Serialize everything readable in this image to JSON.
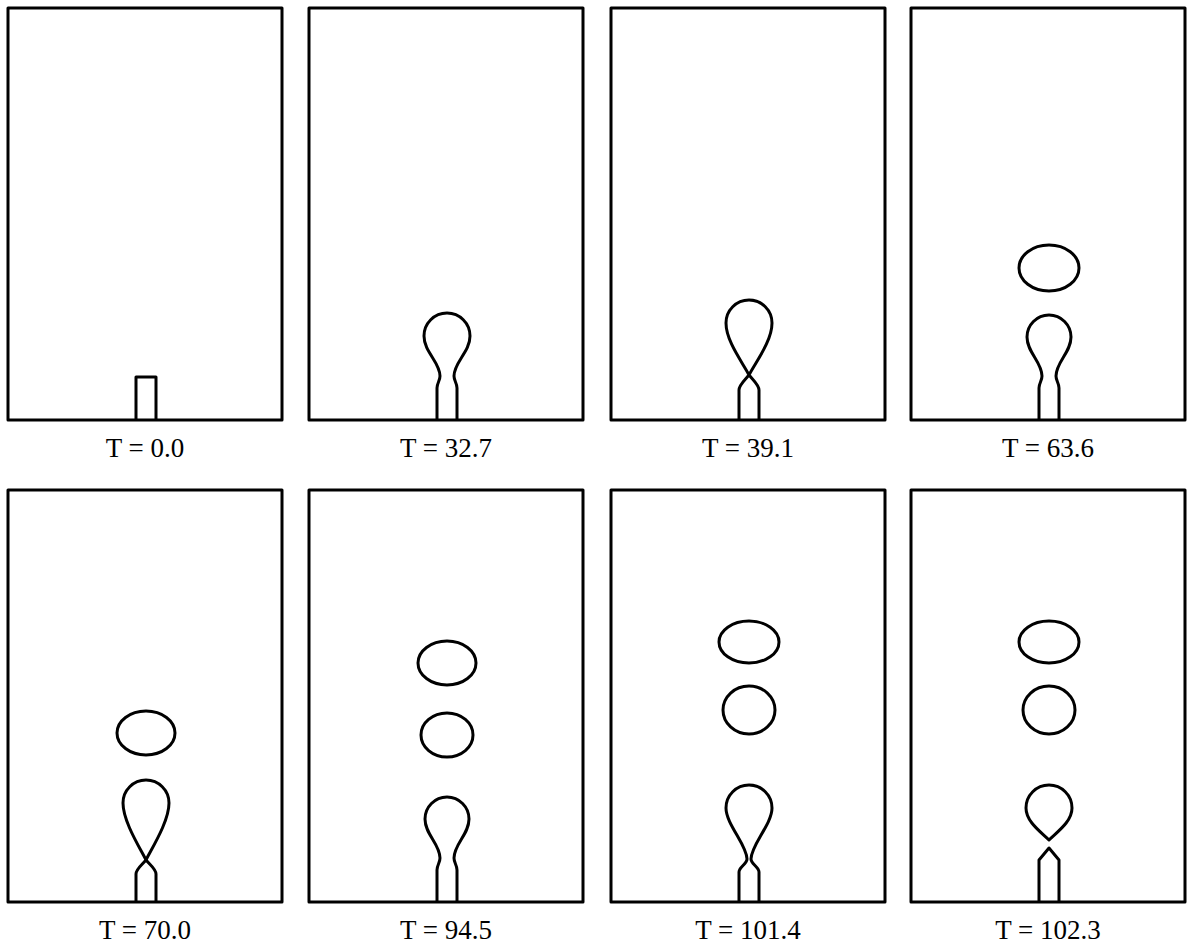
{
  "diagram": {
    "labels": [
      "T = 0.0",
      "T = 32.7",
      "T = 39.1",
      "T = 63.6",
      "T = 70.0",
      "T = 94.5",
      "T = 101.4",
      "T = 102.3"
    ]
  }
}
